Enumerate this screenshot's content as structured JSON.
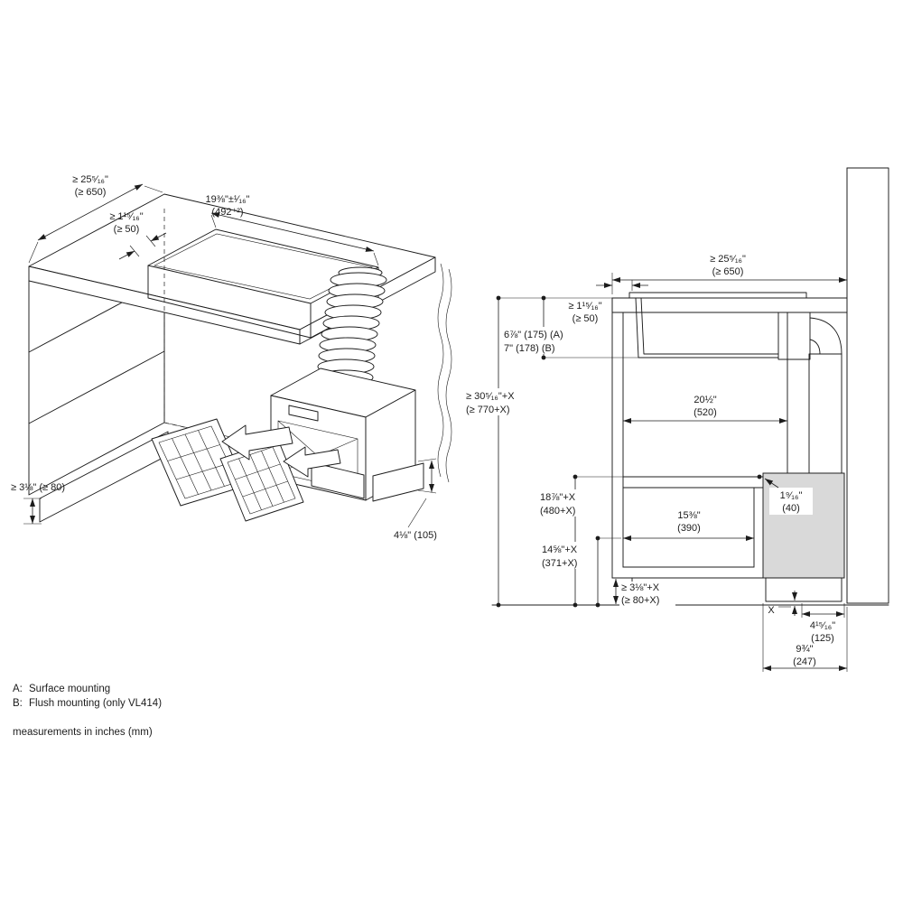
{
  "drawing": {
    "kind": "appliance installation drawing",
    "views": {
      "left": "isometric cabinet view",
      "right": "cross-section view"
    }
  },
  "left_view": {
    "dim_depth_in": "≥ 25⁵⁄₁₆\"",
    "dim_depth_mm": "(≥ 650)",
    "dim_front_gap_in": "≥ 1¹⁵⁄₁₆\"",
    "dim_front_gap_mm": "(≥ 50)",
    "dim_cutout_in": "19⅜\"±¹⁄₁₆\"",
    "dim_cutout_mm": "(492⁺²)",
    "dim_plinth": "≥ 3⅛\" (≥ 80)",
    "dim_vent": "4⅛\" (105)"
  },
  "right_view": {
    "dim_depth_in": "≥ 25⁵⁄₁₆\"",
    "dim_depth_mm": "(≥ 650)",
    "dim_front_gap_in": "≥ 1¹⁵⁄₁₆\"",
    "dim_front_gap_mm": "(≥ 50)",
    "dim_cooktop_a": "6⅞\" (175) (A)",
    "dim_cooktop_b": "7\" (178) (B)",
    "dim_total_height_in": "≥ 30⁵⁄₁₆\"+X",
    "dim_total_height_mm": "(≥ 770+X)",
    "dim_interior_in": "20½\"",
    "dim_interior_mm": "(520)",
    "dim_height480_in": "18⅞\"+X",
    "dim_height480_mm": "(480+X)",
    "dim_lower_in": "15⅜\"",
    "dim_lower_mm": "(390)",
    "dim_height371_in": "14⅝\"+X",
    "dim_height371_mm": "(371+X)",
    "dim_duct_gap_in": "1⁹⁄₁₆\"",
    "dim_duct_gap_mm": "(40)",
    "dim_plinth_in": "≥ 3⅛\"+X",
    "dim_plinth_mm": "(≥ 80+X)",
    "dim_x": "X",
    "dim_outlet_in": "4¹⁵⁄₁₆\"",
    "dim_outlet_mm": "(125)",
    "dim_unit_in": "9¾\"",
    "dim_unit_mm": "(247)"
  },
  "legend": {
    "a_key": "A:",
    "a_text": "Surface mounting",
    "b_key": "B:",
    "b_text": "Flush mounting (only VL414)",
    "note": "measurements in inches (mm)"
  }
}
